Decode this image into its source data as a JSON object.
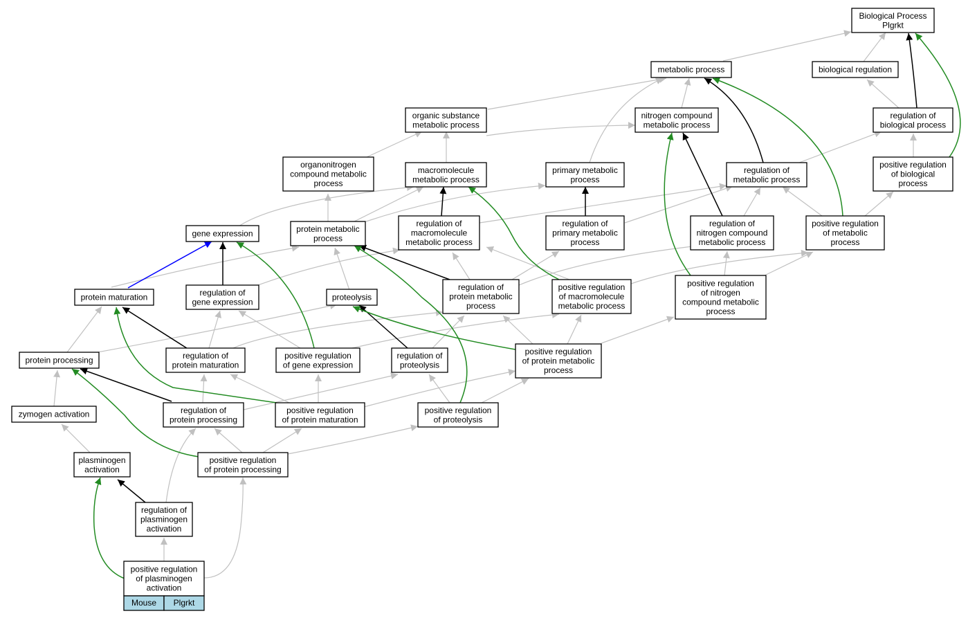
{
  "colors": {
    "is_a": "#c0c0c0",
    "regulates": "#000000",
    "positively_regulates": "#228b22",
    "part_of": "#0000ff",
    "legend_fill": "#add8e6",
    "node_border": "#000000"
  },
  "nodes": {
    "bp": {
      "lines": [
        "Biological Process",
        "Plgrkt"
      ]
    },
    "mp": {
      "lines": [
        "metabolic process"
      ]
    },
    "br": {
      "lines": [
        "biological regulation"
      ]
    },
    "osmp": {
      "lines": [
        "organic substance",
        "metabolic process"
      ]
    },
    "ncmp": {
      "lines": [
        "nitrogen compound",
        "metabolic process"
      ]
    },
    "rbp": {
      "lines": [
        "regulation of",
        "biological process"
      ]
    },
    "oncmp": {
      "lines": [
        "organonitrogen",
        "compound metabolic",
        "process"
      ]
    },
    "mmp": {
      "lines": [
        "macromolecule",
        "metabolic process"
      ]
    },
    "pmp": {
      "lines": [
        "primary metabolic",
        "process"
      ]
    },
    "rmp": {
      "lines": [
        "regulation of",
        "metabolic process"
      ]
    },
    "prbp": {
      "lines": [
        "positive regulation",
        "of biological",
        "process"
      ]
    },
    "ge": {
      "lines": [
        "gene expression"
      ]
    },
    "protmp": {
      "lines": [
        "protein metabolic",
        "process"
      ]
    },
    "rmmp": {
      "lines": [
        "regulation of",
        "macromolecule",
        "metabolic process"
      ]
    },
    "rpmp": {
      "lines": [
        "regulation of",
        "primary metabolic",
        "process"
      ]
    },
    "rncmp": {
      "lines": [
        "regulation of",
        "nitrogen compound",
        "metabolic process"
      ]
    },
    "prmp": {
      "lines": [
        "positive regulation",
        "of metabolic",
        "process"
      ]
    },
    "pmat": {
      "lines": [
        "protein maturation"
      ]
    },
    "rge": {
      "lines": [
        "regulation of",
        "gene expression"
      ]
    },
    "prot": {
      "lines": [
        "proteolysis"
      ]
    },
    "rprotmp": {
      "lines": [
        "regulation of",
        "protein metabolic",
        "process"
      ]
    },
    "prmmp": {
      "lines": [
        "positive regulation",
        "of macromolecule",
        "metabolic process"
      ]
    },
    "prncmp": {
      "lines": [
        "positive regulation",
        "of nitrogen",
        "compound metabolic",
        "process"
      ]
    },
    "pproc": {
      "lines": [
        "protein processing"
      ]
    },
    "rpmat": {
      "lines": [
        "regulation of",
        "protein maturation"
      ]
    },
    "prge": {
      "lines": [
        "positive regulation",
        "of gene expression"
      ]
    },
    "rprot": {
      "lines": [
        "regulation of",
        "proteolysis"
      ]
    },
    "prprotmp": {
      "lines": [
        "positive regulation",
        "of protein metabolic",
        "process"
      ]
    },
    "zymo": {
      "lines": [
        "zymogen activation"
      ]
    },
    "rpproc": {
      "lines": [
        "regulation of",
        "protein processing"
      ]
    },
    "prpmat": {
      "lines": [
        "positive regulation",
        "of protein maturation"
      ]
    },
    "prprot": {
      "lines": [
        "positive regulation",
        "of proteolysis"
      ]
    },
    "plasact": {
      "lines": [
        "plasminogen",
        "activation"
      ]
    },
    "prpproc": {
      "lines": [
        "positive regulation",
        "of protein processing"
      ]
    },
    "rplasact": {
      "lines": [
        "regulation of",
        "plasminogen",
        "activation"
      ]
    },
    "prplasact": {
      "lines": [
        "positive regulation",
        "of plasminogen",
        "activation"
      ]
    }
  },
  "legend": {
    "species": "Mouse",
    "gene": "Plgrkt"
  }
}
